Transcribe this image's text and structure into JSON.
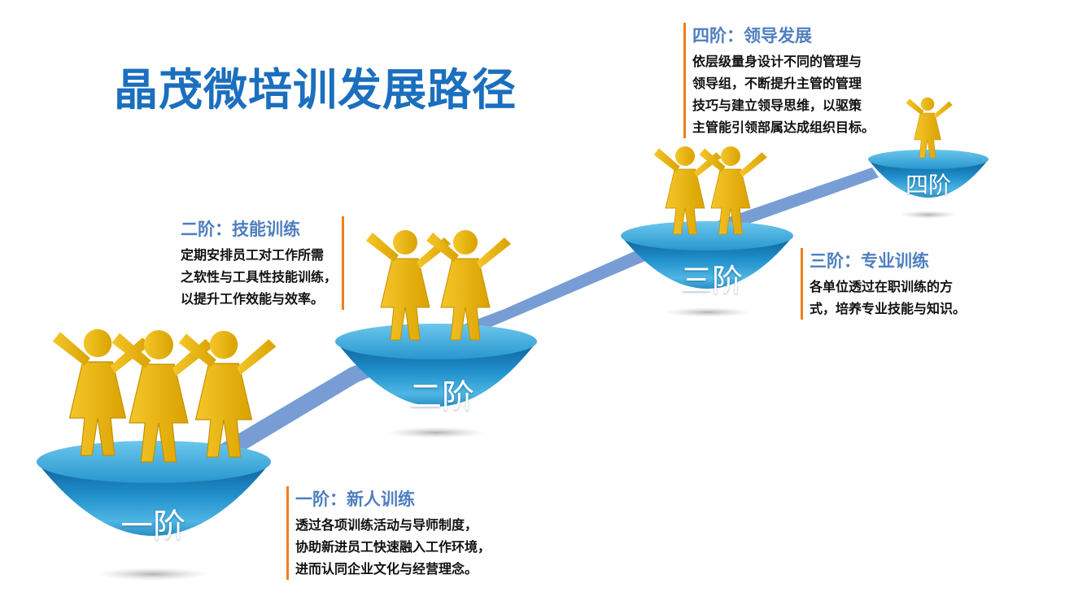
{
  "title": "晶茂微培训发展路径",
  "stages": [
    {
      "badge": "一阶",
      "heading": "一阶：新人训练",
      "lines": [
        "透过各项训练活动与导师制度，",
        "协助新进员工快速融入工作环境，",
        "进而认同企业文化与经营理念。"
      ]
    },
    {
      "badge": "二阶",
      "heading": "二阶：技能训练",
      "lines": [
        "定期安排员工对工作所需",
        "之软性与工具性技能训练，",
        "以提升工作效能与效率。"
      ]
    },
    {
      "badge": "三阶",
      "heading": "三阶：专业训练",
      "lines": [
        "各单位透过在职训练的方",
        "式，培养专业技能与知识。"
      ]
    },
    {
      "badge": "四阶",
      "heading": "四阶：领导发展",
      "lines": [
        "依层级量身设计不同的管理与",
        "领导组，不断提升主管的管理",
        "技巧与建立领导思维，以驱策",
        "主管能引领部属达成组织目标。"
      ]
    }
  ],
  "colors": {
    "title": "#1b6fbe",
    "heading": "#4f7fbf",
    "accent_bar": "#f07f1b",
    "figure": "#e8b40e",
    "bowl": "#1e8fc8",
    "path": "#5f8ccc"
  },
  "figure_counts": [
    3,
    2,
    2,
    1
  ]
}
